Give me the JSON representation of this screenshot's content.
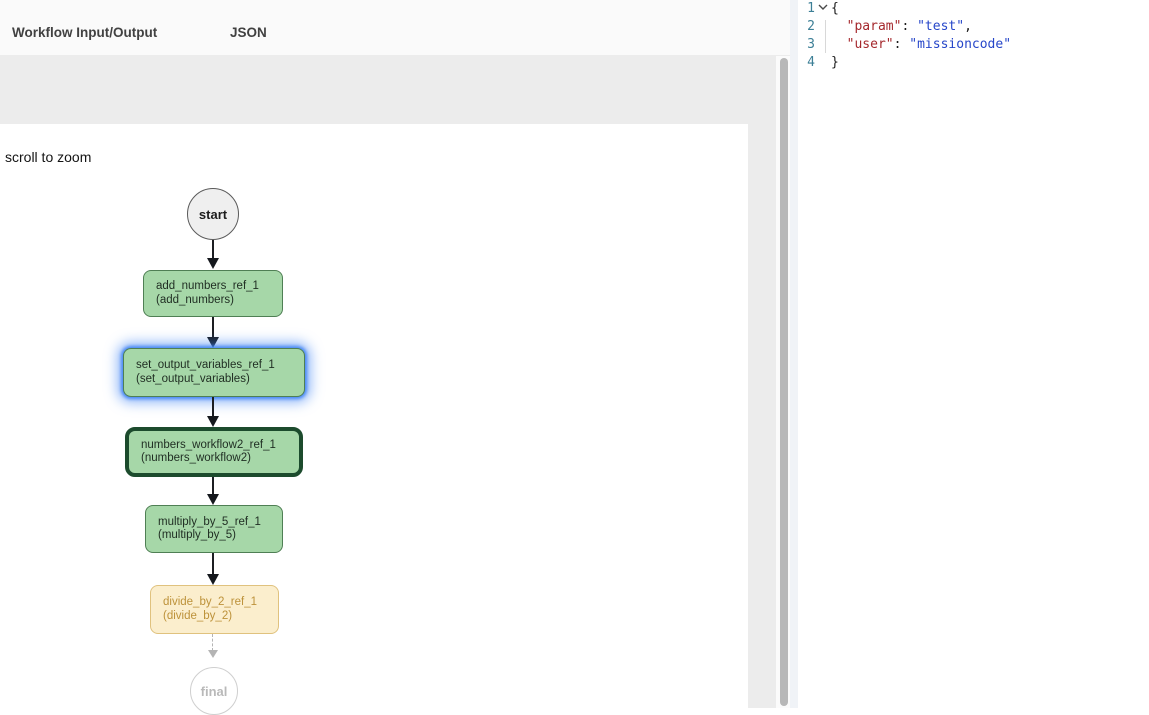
{
  "header": {
    "tabs": [
      {
        "label": "Workflow Input/Output"
      },
      {
        "label": "JSON"
      }
    ]
  },
  "canvas": {
    "hint": "scroll to zoom",
    "start_label": "start",
    "final_label": "final",
    "steps": [
      {
        "line1": "add_numbers_ref_1",
        "line2": "(add_numbers)",
        "state": "completed"
      },
      {
        "line1": "set_output_variables_ref_1",
        "line2": "(set_output_variables)",
        "state": "selected"
      },
      {
        "line1": "numbers_workflow2_ref_1",
        "line2": "(numbers_workflow2)",
        "state": "current"
      },
      {
        "line1": "multiply_by_5_ref_1",
        "line2": "(multiply_by_5)",
        "state": "completed"
      },
      {
        "line1": "divide_by_2_ref_1",
        "line2": "(divide_by_2)",
        "state": "pending"
      }
    ],
    "colors": {
      "node_green_bg": "#a6d7a8",
      "node_green_border": "#4f7f54",
      "node_current_border": "#1c4b2d",
      "node_selected_glow": "#4285f4",
      "node_pending_bg": "#fbeecd",
      "node_pending_border": "#e0c27e",
      "node_pending_text": "#bd923a",
      "edge_color": "#15181d",
      "edge_pending_color": "#b4b4b4"
    }
  },
  "editor": {
    "colors": {
      "line_number": "#3c7f96",
      "key": "#a5282d",
      "string_value": "#2646c9"
    },
    "line1": {
      "num": "1",
      "text": "{"
    },
    "line2": {
      "num": "2",
      "indent": "  ",
      "key": "\"param\"",
      "sep": ": ",
      "value": "\"test\"",
      "end": ","
    },
    "line3": {
      "num": "3",
      "indent": "  ",
      "key": "\"user\"",
      "sep": ": ",
      "value": "\"missioncode\"",
      "end": ""
    },
    "line4": {
      "num": "4",
      "text": "}"
    }
  }
}
